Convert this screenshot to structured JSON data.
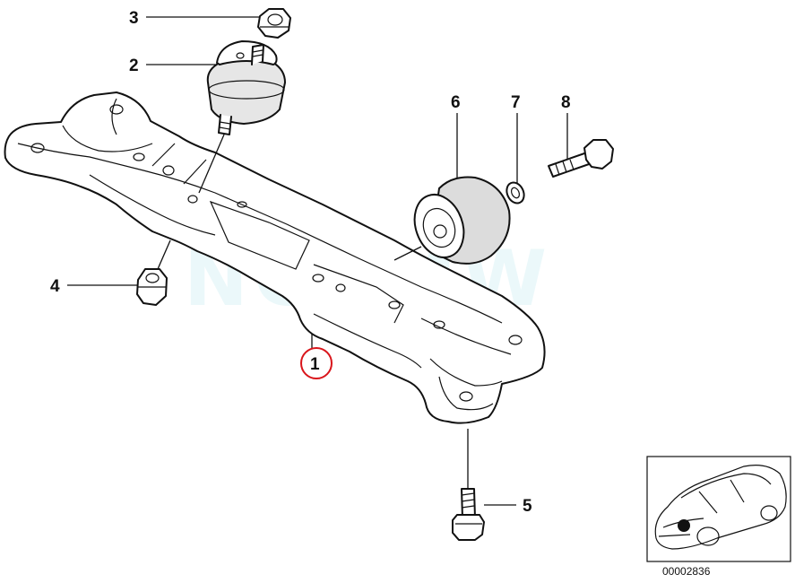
{
  "watermark": "NCBMW",
  "callouts": [
    {
      "id": "1",
      "label": "1",
      "highlighted": true
    },
    {
      "id": "2",
      "label": "2"
    },
    {
      "id": "3",
      "label": "3"
    },
    {
      "id": "4",
      "label": "4"
    },
    {
      "id": "5",
      "label": "5"
    },
    {
      "id": "6",
      "label": "6"
    },
    {
      "id": "7",
      "label": "7"
    },
    {
      "id": "8",
      "label": "8"
    }
  ],
  "reference_number": "00002836",
  "colors": {
    "highlight_circle": "#d9151b",
    "line": "#111111",
    "part_fill": "#ffffff",
    "part_shade": "#d8d8d8",
    "watermark": "#5fc9d9"
  }
}
